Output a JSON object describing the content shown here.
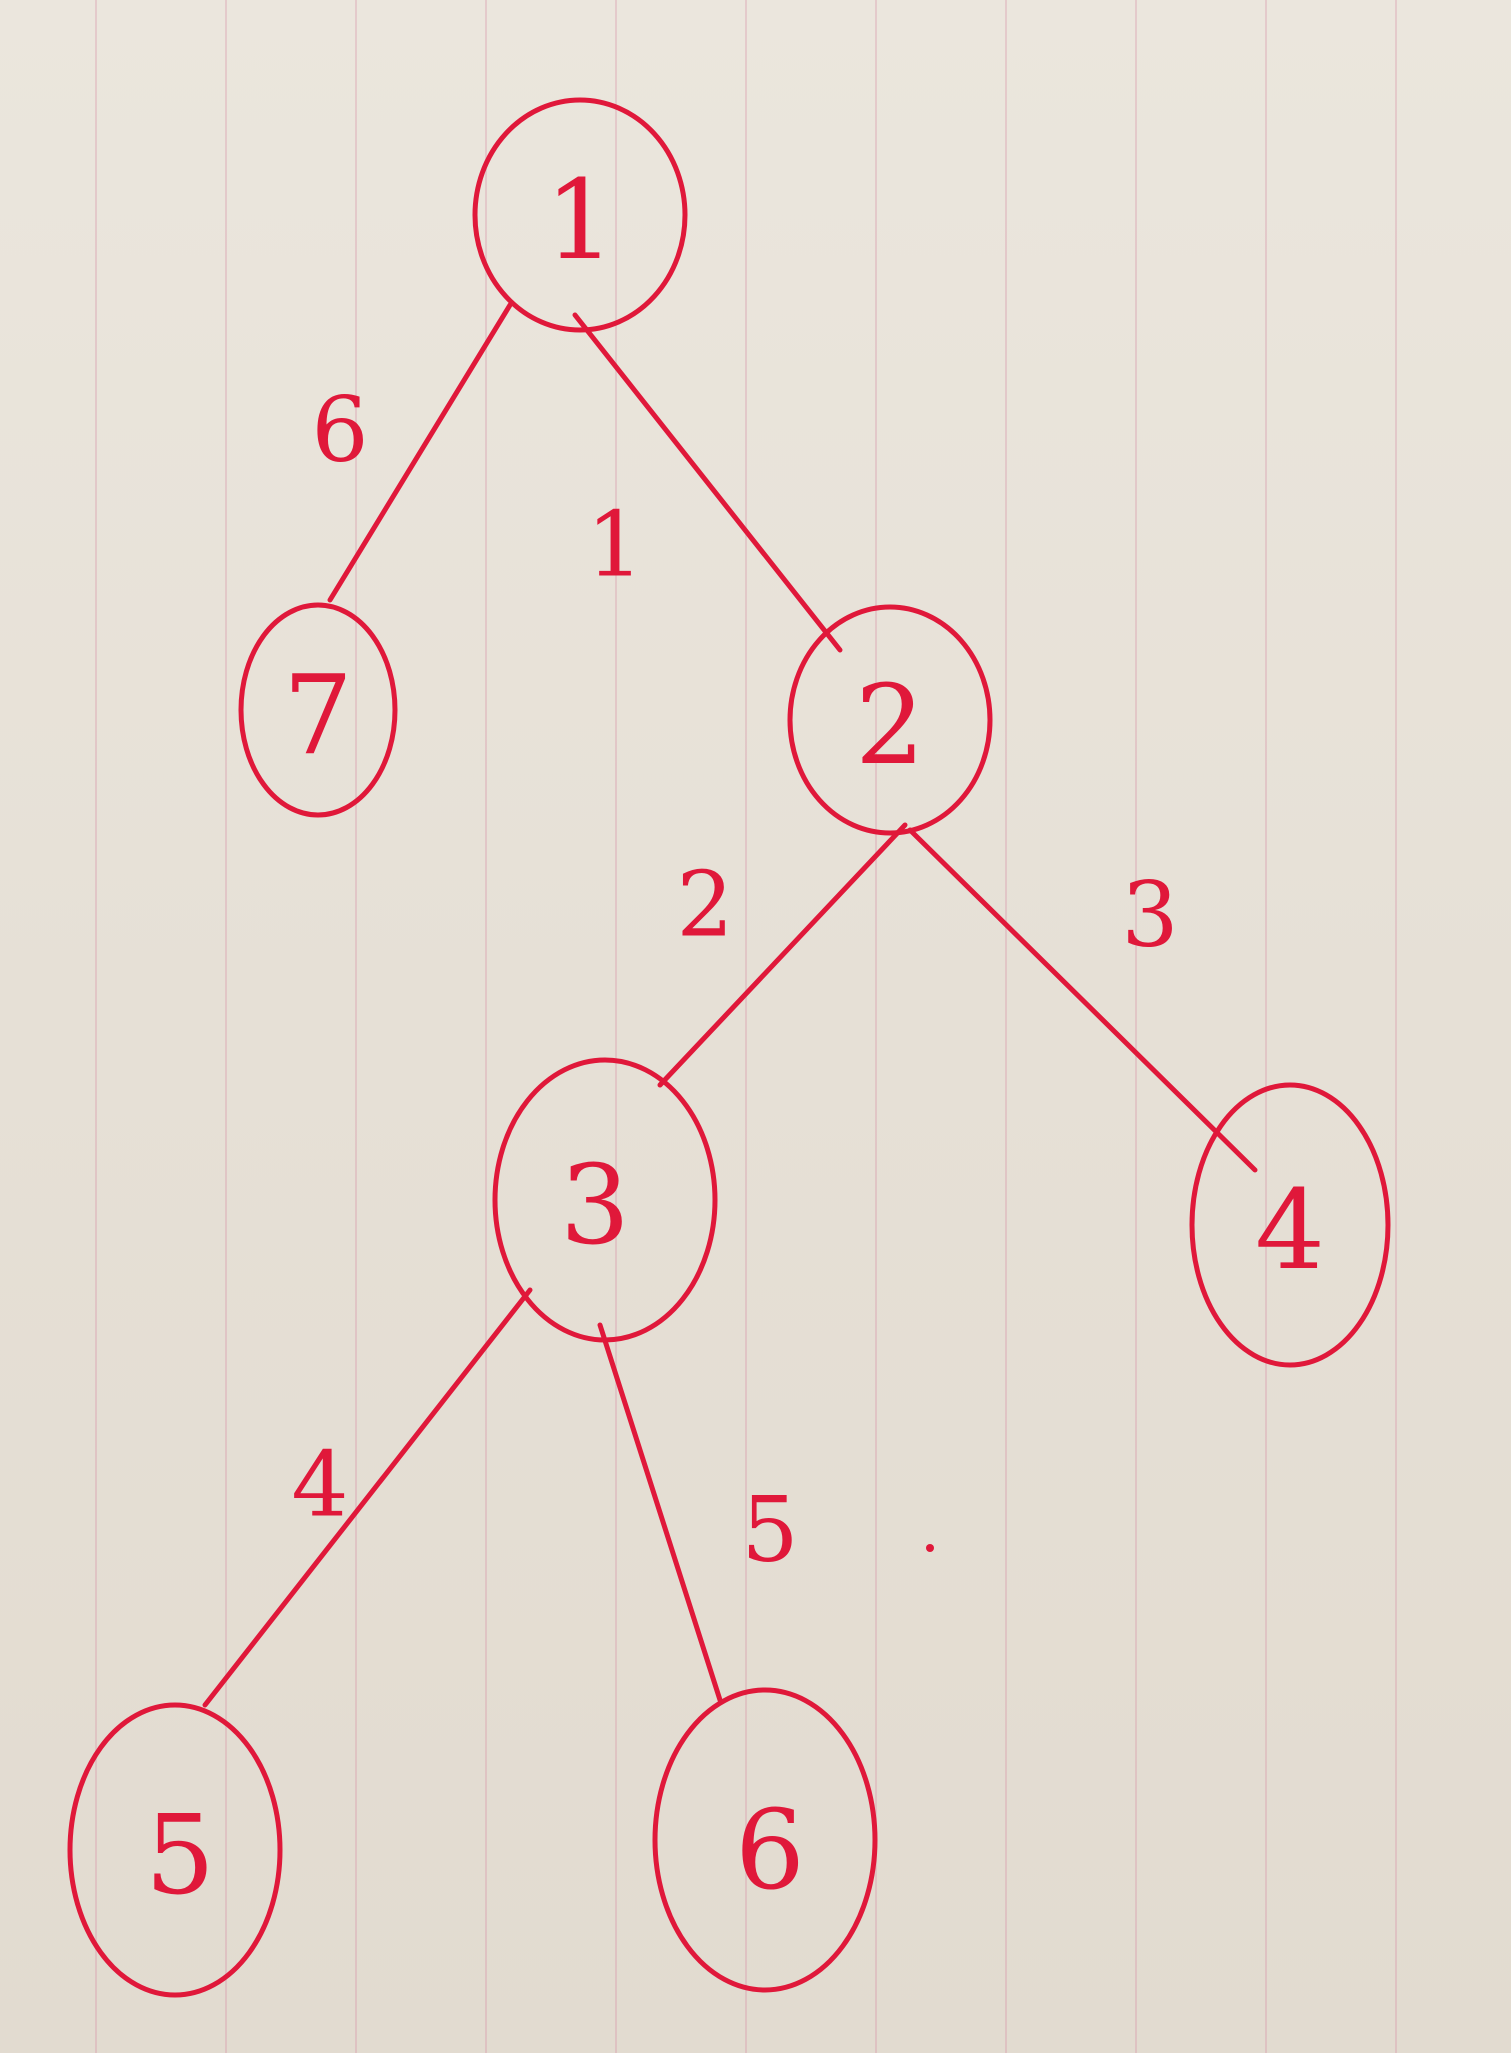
{
  "nodes": [
    {
      "id": "n1",
      "label": "1"
    },
    {
      "id": "n7",
      "label": "7"
    },
    {
      "id": "n2",
      "label": "2"
    },
    {
      "id": "n3",
      "label": "3"
    },
    {
      "id": "n4",
      "label": "4"
    },
    {
      "id": "n5",
      "label": "5"
    },
    {
      "id": "n6",
      "label": "6"
    }
  ],
  "edges": [
    {
      "from": "1",
      "to": "7",
      "weight": "6"
    },
    {
      "from": "1",
      "to": "2",
      "weight": "1"
    },
    {
      "from": "2",
      "to": "3",
      "weight": "2"
    },
    {
      "from": "2",
      "to": "4",
      "weight": "3"
    },
    {
      "from": "3",
      "to": "5",
      "weight": "4"
    },
    {
      "from": "3",
      "to": "6",
      "weight": "5"
    }
  ],
  "colors": {
    "ink": "#e0183a",
    "paper": "#e8e2d8",
    "rule_lines": "#d696aa"
  }
}
